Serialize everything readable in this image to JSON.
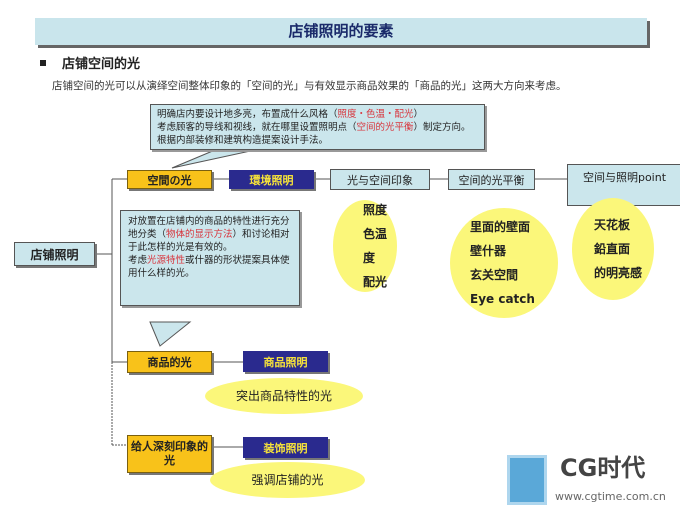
{
  "title": "店铺照明的要素",
  "section_heading": "店铺空间的光",
  "description": "店铺空间的光可以从演绎空间整体印象的「空间的光」与有效显示商品效果的「商品的光」这两大方向来考虑。",
  "callout_top": {
    "l1a": "明确店内要设计地多亮，布置成什么风格（",
    "l1r": "照度・色温・配光",
    "l1b": "）",
    "l2a": "考虑顾客的导线和视线，就在哪里设置照明点（",
    "l2r": "空间的光平衡",
    "l2b": "）制定方向。",
    "l3": "根据内部装修和建筑构造提案设计手法。"
  },
  "callout_mid": {
    "a": "对放置在店铺内的商品的特性进行充分地分类（",
    "r1": "物体的显示方法",
    "b": "）和讨论相对于此怎样的光是有效的。",
    "c": "考虑",
    "r2": "光源特性",
    "d": "或什器的形状提案具体使用什么样的光。"
  },
  "root": "店铺照明",
  "row1": {
    "main": "空間の光",
    "type": "環境照明",
    "s1": "光与空间印象",
    "s2": "空间的光平衡",
    "s3": "空间与照明point"
  },
  "ellipse1": [
    "照度",
    "色温度",
    "配光"
  ],
  "ellipse2": [
    "里面的壁面",
    "壁什器",
    "玄关空間",
    "Eye catch"
  ],
  "ellipse3": [
    "天花板",
    "鉛直面",
    "的明亮感"
  ],
  "row2": {
    "main": "商品的光",
    "type": "商品照明",
    "note": "突出商品特性的光"
  },
  "row3": {
    "main": "给人深刻印象的光",
    "type": "装饰照明",
    "note": "强调店铺的光"
  },
  "logo": {
    "text": "CG时代",
    "url": "www.cgtime.com.cn"
  }
}
